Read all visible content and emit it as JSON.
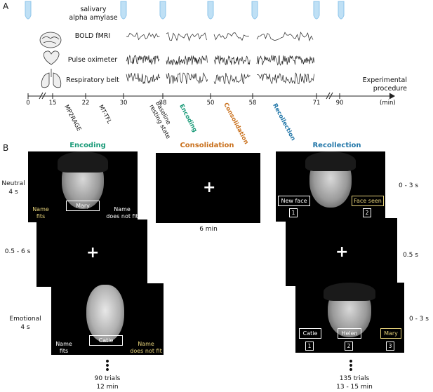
{
  "panel_a": {
    "letter": "A",
    "signals": {
      "saliva": "salivary\nalpha amylase",
      "bold": "BOLD fMRI",
      "pulse": "Pulse oximeter",
      "resp": "Respiratory belt"
    },
    "axis": {
      "ticks": [
        "0",
        "15",
        "22",
        "30",
        "38",
        "50",
        "58",
        "71",
        "90"
      ],
      "unit": "(min)",
      "title": "Experimental\nprocedure"
    },
    "phases": {
      "mp2rage": "MP2RAGE",
      "mtflt": "MT-TFL",
      "baseline": "Baseline\nresting state",
      "encoding": "Encoding",
      "consolidation": "Consolidation",
      "recollection": "Recollection"
    }
  },
  "panel_b": {
    "letter": "B",
    "headers": {
      "encoding": "Encoding",
      "consolidation": "Consolidation",
      "recollection": "Recollection"
    },
    "encoding": {
      "neutral_label": "Neutral\n4 s",
      "neutral_name": "Mary",
      "fits": "Name\nfits",
      "not_fit": "Name\ndoes not fit",
      "iti": "0.5 - 6 s",
      "emotional_label": "Emotional\n4 s",
      "emotional_name": "Catie",
      "fits2": "Name\nfits",
      "not_fit2": "Name\ndoes not fit",
      "trials": "90 trials\n12 min"
    },
    "consolidation": {
      "duration": "6 min"
    },
    "recollection": {
      "time1": "0 - 3 s",
      "new_face": "New face",
      "face_seen": "Face seen",
      "num1": "1",
      "num2": "2",
      "iti": "0.5 s",
      "time2": "0 - 3 s",
      "opt1": "Catie",
      "opt2": "Helen",
      "opt3": "Mary",
      "n1": "1",
      "n2": "2",
      "n3": "3",
      "trials": "135 trials\n13 - 15 min"
    },
    "colors": {
      "encoding": "#1a9a78",
      "consolidation": "#c9701c",
      "recollection": "#2176a8",
      "highlight": "#e6d27a"
    }
  }
}
